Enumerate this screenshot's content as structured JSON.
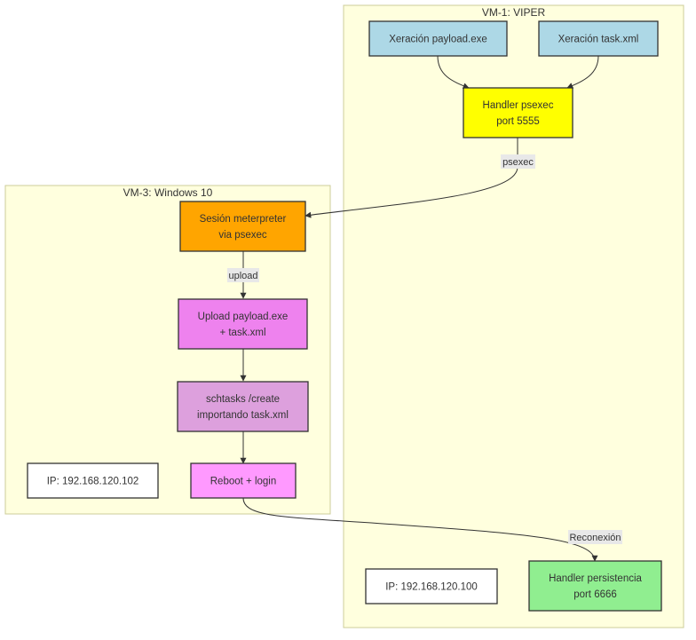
{
  "clusters": {
    "viper": {
      "label": "VM-1: VIPER"
    },
    "win10": {
      "label": "VM-3: Windows 10"
    }
  },
  "nodes": {
    "gen_payload": {
      "line1": "Xeración payload.exe",
      "fill": "#add8e6"
    },
    "gen_task": {
      "line1": "Xeración task.xml",
      "fill": "#add8e6"
    },
    "handler_psexec": {
      "line1": "Handler psexec",
      "line2": "port 5555",
      "fill": "#ffff00"
    },
    "meterpreter": {
      "line1": "Sesión meterpreter",
      "line2": "via psexec",
      "fill": "#ffa500"
    },
    "upload": {
      "line1": "Upload payload.exe",
      "line2": "+ task.xml",
      "fill": "#ee82ee"
    },
    "schtasks": {
      "line1": "schtasks /create",
      "line2": "importando task.xml",
      "fill": "#dda0dd"
    },
    "reboot": {
      "line1": "Reboot + login",
      "fill": "#ff99ff"
    },
    "ip_win": {
      "line1": "IP: 192.168.120.102",
      "fill": "#ffffff"
    },
    "handler_persist": {
      "line1": "Handler persistencia",
      "line2": "port 6666",
      "fill": "#90ee90"
    },
    "ip_viper": {
      "line1": "IP: 192.168.120.100",
      "fill": "#ffffff"
    }
  },
  "edges": {
    "psexec": {
      "label": "psexec"
    },
    "upload": {
      "label": "upload"
    },
    "reconnect": {
      "label": "Reconexión"
    }
  }
}
